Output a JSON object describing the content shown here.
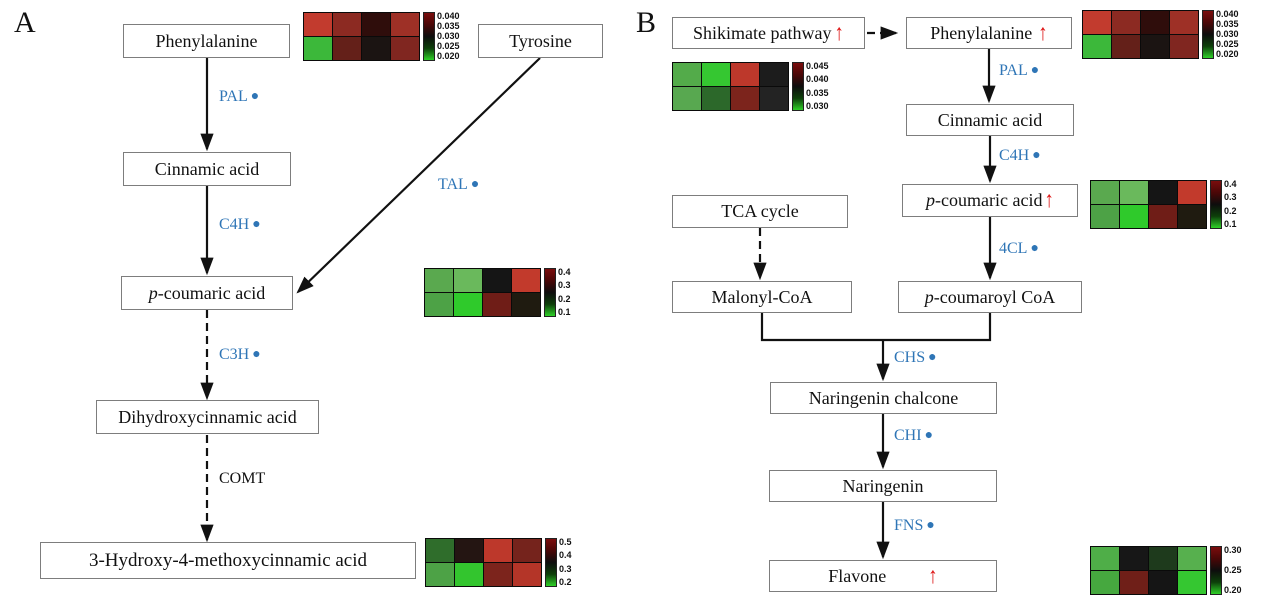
{
  "glyphs": {
    "enzyme_dot": "●",
    "up_arrow": "↑"
  },
  "colors": {
    "enzyme_blue": "#2e75b6",
    "up_arrow_red": "#de1414",
    "arrow_black": "#111111",
    "box_border": "#7d7d7d"
  },
  "panel_a": {
    "label": "A",
    "nodes": {
      "phenylalanine": "Phenylalanine",
      "tyrosine": "Tyrosine",
      "cinnamic_acid": "Cinnamic acid",
      "p_coumaric_prefix": "p",
      "p_coumaric_rest": "-coumaric acid",
      "dihydroxycinnamic_acid": "Dihydroxycinnamic acid",
      "hydroxy_methoxycinnamic_acid": "3-Hydroxy-4-methoxycinnamic acid"
    },
    "enzymes": {
      "pal": "PAL",
      "c4h": "C4H",
      "tal": "TAL",
      "c3h": "C3H",
      "comt": "COMT"
    }
  },
  "panel_b": {
    "label": "B",
    "nodes": {
      "shikimate_pathway": "Shikimate pathway",
      "phenylalanine": "Phenylalanine",
      "cinnamic_acid": "Cinnamic acid",
      "p_coumaric_prefix": "p",
      "p_coumaric_rest": "-coumaric acid",
      "tca_cycle": "TCA cycle",
      "malonyl_coa": "Malonyl-CoA",
      "p_coumaroyl_prefix": "p",
      "p_coumaroyl_rest": "-coumaroyl CoA",
      "naringenin_chalcone": "Naringenin chalcone",
      "naringenin": "Naringenin",
      "flavone": "Flavone"
    },
    "enzymes": {
      "pal": "PAL",
      "c4h": "C4H",
      "4cl": "4CL",
      "chs": "CHS",
      "chi": "CHI",
      "fns": "FNS"
    }
  },
  "heatmaps": {
    "a_phenylalanine": {
      "cells": [
        [
          "#c23b2e",
          "#8c2a22",
          "#2f0d0b",
          "#9e3026"
        ],
        [
          "#3cb83a",
          "#642019",
          "#1b1412",
          "#802620"
        ]
      ],
      "scale_labels": [
        "0.040",
        "0.035",
        "0.030",
        "0.025",
        "0.020"
      ]
    },
    "a_p_coumaric": {
      "cells": [
        [
          "#5aa94f",
          "#6ab95c",
          "#151515",
          "#c23a2c"
        ],
        [
          "#4da246",
          "#2fca2b",
          "#6f1d17",
          "#1f1b10"
        ]
      ],
      "scale_labels": [
        "0.4",
        "0.3",
        "0.2",
        "0.1"
      ]
    },
    "a_hydroxy_methoxy": {
      "cells": [
        [
          "#2f6d2b",
          "#241512",
          "#bd382b",
          "#75231c"
        ],
        [
          "#4da246",
          "#33c52e",
          "#7c241c",
          "#b43528"
        ]
      ],
      "scale_labels": [
        "0.5",
        "0.4",
        "0.3",
        "0.2"
      ]
    },
    "b_shikimate": {
      "cells": [
        [
          "#53ab4a",
          "#35c731",
          "#bd382b",
          "#1c1c1c"
        ],
        [
          "#58a850",
          "#2c682a",
          "#7c241c",
          "#232323"
        ]
      ],
      "scale_labels": [
        "0.045",
        "0.040",
        "0.035",
        "0.030"
      ]
    },
    "b_phenylalanine": {
      "cells": [
        [
          "#c23b2e",
          "#8c2a22",
          "#2f0d0b",
          "#9e3026"
        ],
        [
          "#3cb83a",
          "#642019",
          "#1b1412",
          "#802620"
        ]
      ],
      "scale_labels": [
        "0.040",
        "0.035",
        "0.030",
        "0.025",
        "0.020"
      ]
    },
    "b_p_coumaric": {
      "cells": [
        [
          "#5aa94f",
          "#6ab95c",
          "#151515",
          "#c23a2c"
        ],
        [
          "#4da246",
          "#2fca2b",
          "#6f1d17",
          "#1f1b10"
        ]
      ],
      "scale_labels": [
        "0.4",
        "0.3",
        "0.2",
        "0.1"
      ]
    },
    "b_flavone": {
      "cells": [
        [
          "#4fae48",
          "#171717",
          "#1e3a1c",
          "#57b04e"
        ],
        [
          "#46a83f",
          "#6f1f18",
          "#151515",
          "#35c731"
        ]
      ],
      "scale_labels": [
        "0.30",
        "0.25",
        "0.20"
      ]
    }
  }
}
